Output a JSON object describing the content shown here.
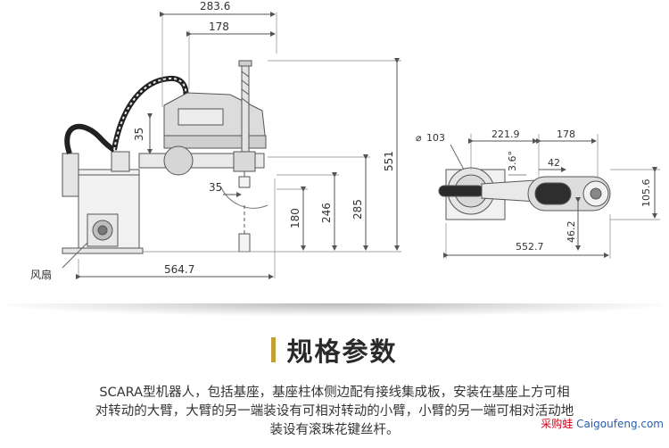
{
  "drawing": {
    "side_view": {
      "dim_total_reach": "283.6",
      "dim_arm2": "178",
      "dim_arm_height": "35",
      "dim_offset": "35",
      "dim_total_height": "551",
      "dim_h1": "180",
      "dim_h2": "246",
      "dim_h3": "285",
      "dim_base": "564.7",
      "label_fan": "风扇"
    },
    "top_view": {
      "dim_diameter": "103",
      "dim_arm1": "221.9",
      "dim_arm2": "178",
      "dim_angle": "3.6°",
      "dim_42": "42",
      "dim_width": "105.6",
      "dim_46": "46.2",
      "dim_length": "552.7"
    }
  },
  "section": {
    "title": "规格参数",
    "accent_color": "#c2a13a"
  },
  "description": {
    "line1": "SCARA型机器人，包括基座，基座柱体侧边配有接线集成板，安装在基座上方可相",
    "line2": "对转动的大臂，大臂的另一端装设有可相对转动的小臂，小臂的另一端可相对活动地",
    "line3": "装设有滚珠花键丝杆。"
  },
  "watermark": {
    "cn": "采购蛙",
    "en": "Caigoufeng.com"
  }
}
